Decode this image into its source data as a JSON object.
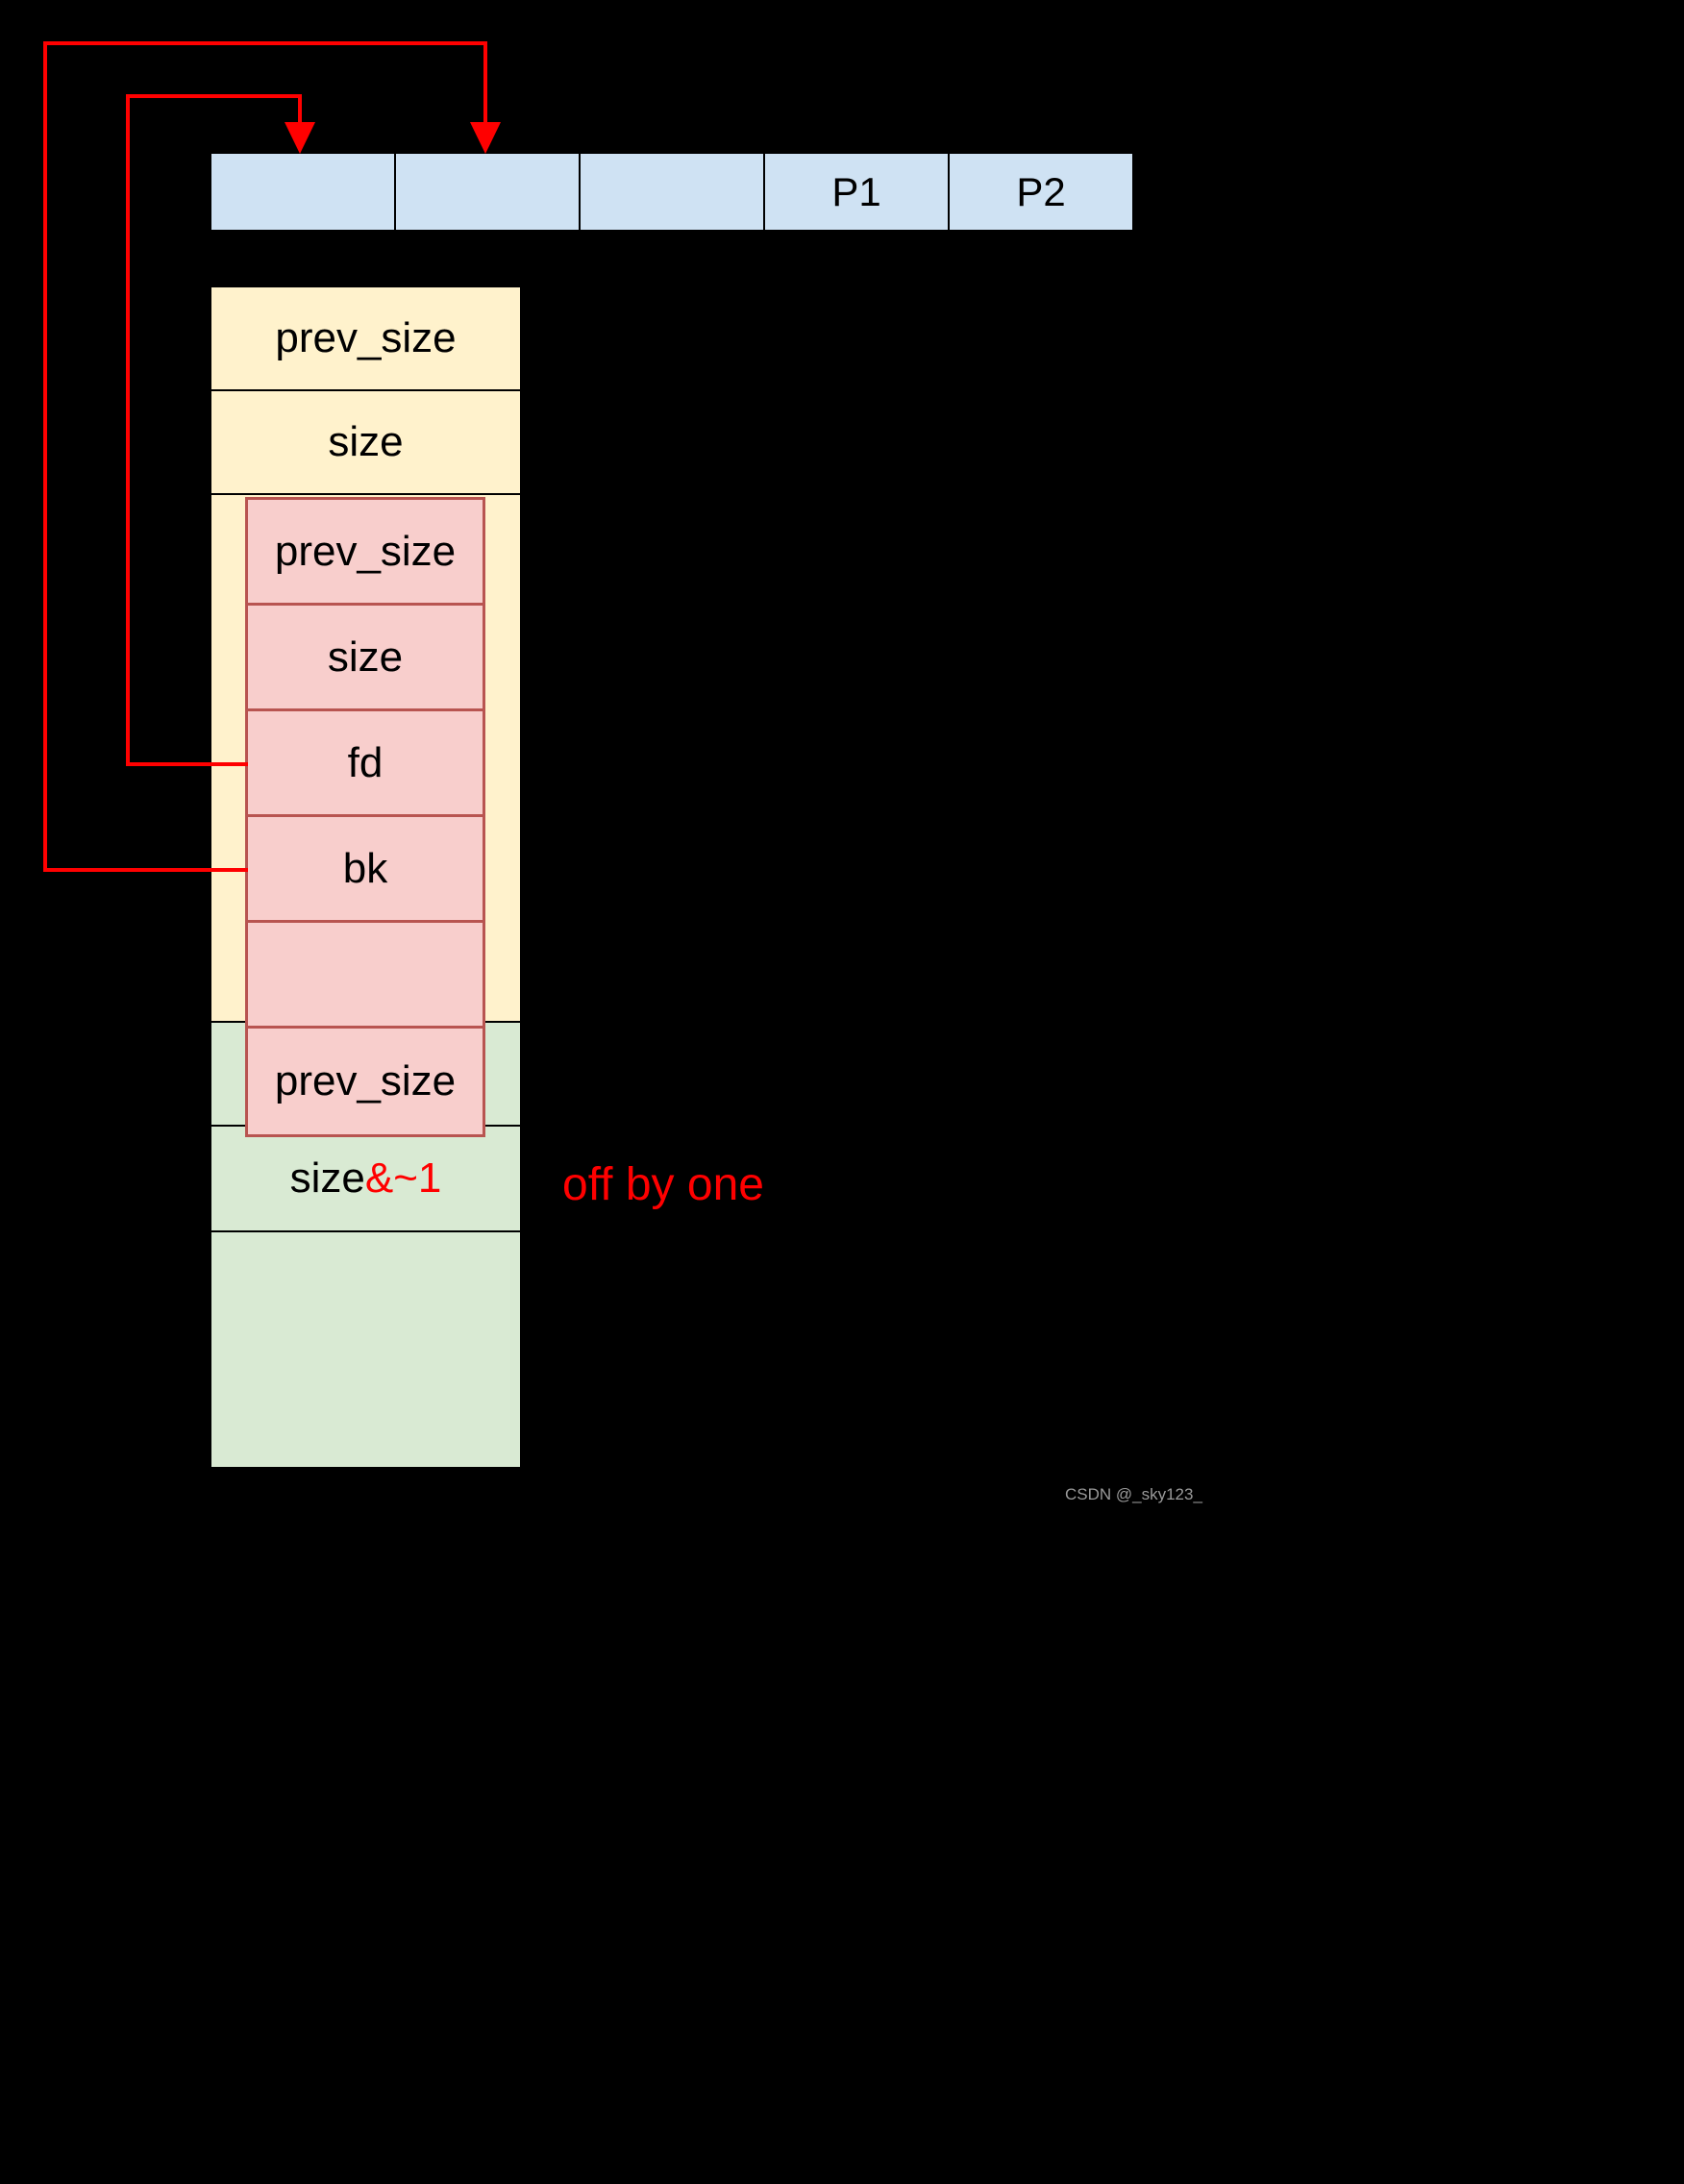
{
  "colors": {
    "background": "#000000",
    "array_cell_fill": "#cfe2f3",
    "chunk_yellow_fill": "#fff2cc",
    "fake_chunk_fill": "#f8cecc",
    "fake_chunk_border": "#b85450",
    "chunk_green_fill": "#d9ead3",
    "arrow_red": "#ff0000",
    "border_black": "#000000",
    "watermark_gray": "#9a9a9a"
  },
  "top_bar": {
    "cells": [
      {
        "label": ""
      },
      {
        "label": ""
      },
      {
        "label": ""
      },
      {
        "label": "P1"
      },
      {
        "label": "P2"
      }
    ]
  },
  "yellow_chunk": {
    "prev_size_label": "prev_size",
    "size_label": "size"
  },
  "fake_chunk": {
    "rows": [
      {
        "label": "prev_size"
      },
      {
        "label": "size"
      },
      {
        "label": "fd"
      },
      {
        "label": "bk"
      },
      {
        "label": ""
      },
      {
        "label": "prev_size"
      }
    ]
  },
  "green_chunk": {
    "size_label": "size",
    "size_suffix": "&~1"
  },
  "annotation": {
    "off_by_one": "off by one"
  },
  "watermark": "CSDN @_sky123_"
}
